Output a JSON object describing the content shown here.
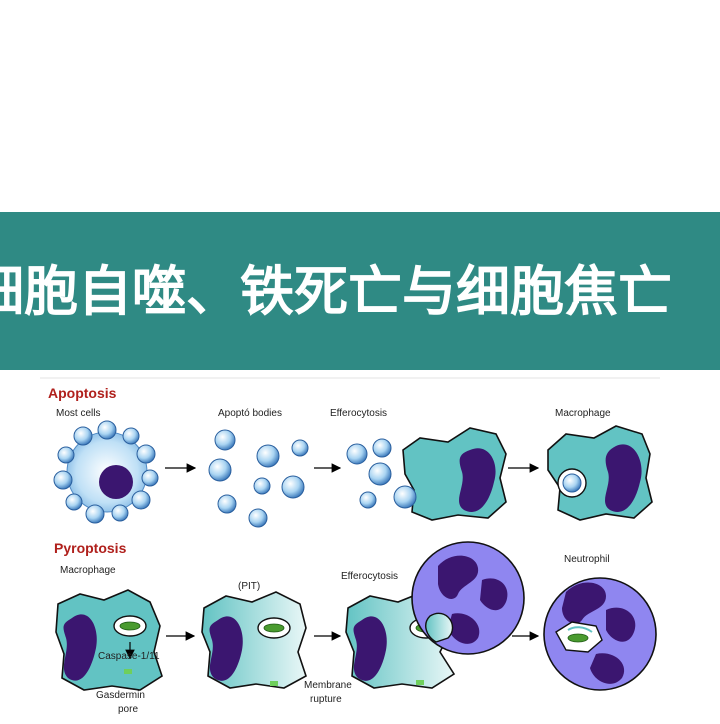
{
  "banner": {
    "title": "细胞自噬、铁死亡与细胞焦亡"
  },
  "apoptosis": {
    "heading": "Apoptosis",
    "labels": {
      "cells": "Most cells",
      "bodies": "Apoptó bodies",
      "efferocytosis": "Efferocytosis",
      "macrophage": "Macrophage"
    }
  },
  "pyroptosis": {
    "heading": "Pyroptosis",
    "labels": {
      "macrophage": "Macrophage",
      "caspase": "Caspase-1/11",
      "gasdermin": "Gasdermin",
      "pore": "pore",
      "pit": "(PIT)",
      "efferocytosis": "Efferocytosis",
      "membrane": "Membrane",
      "rupture": "rupture",
      "neutrophil": "Neutrophil"
    }
  },
  "colors": {
    "banner": "#2f8a84",
    "heading": "#b0201c",
    "cytoplasm": "#62c3c3",
    "nucleus": "#3b1670",
    "neutrophil": "#8f86f0",
    "granule": "#4a9b2f"
  }
}
